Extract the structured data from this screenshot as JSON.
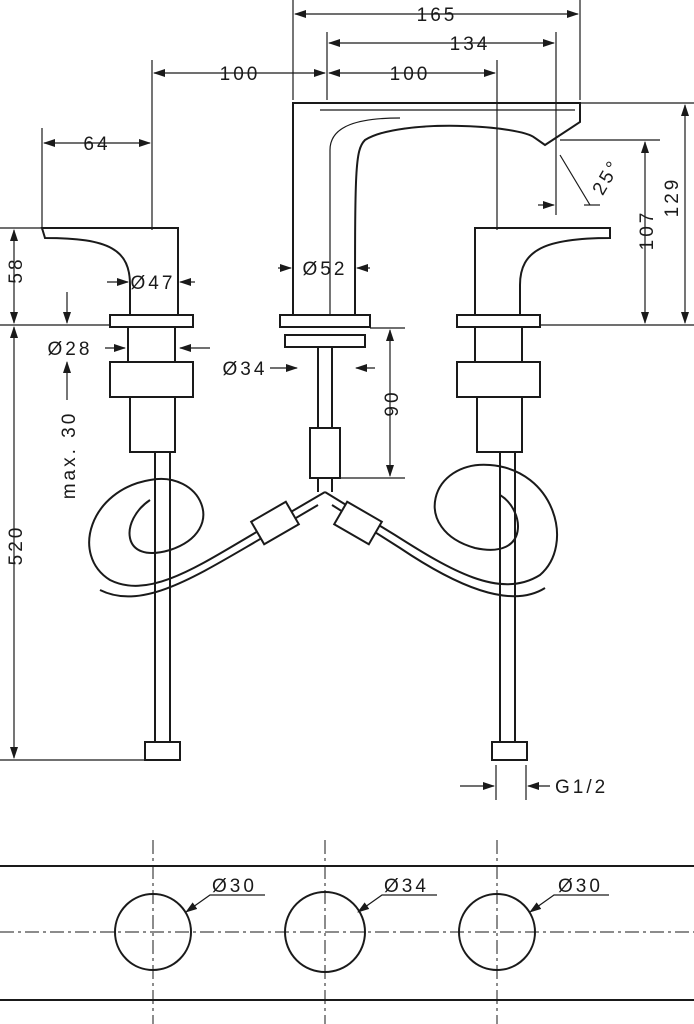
{
  "drawing": {
    "dimensions": {
      "width_overall": "165",
      "spout_reach": "134",
      "spacing_left": "100",
      "spacing_right": "100",
      "handle_length": "64",
      "handle_height": "58",
      "handle_base_diameter": "Ø47",
      "spout_base_diameter": "Ø52",
      "spout_angle": "25°",
      "outlet_height": "107",
      "total_height": "129",
      "shank_diameter": "Ø28",
      "spout_shank_diameter": "Ø34",
      "spout_shank_length": "90",
      "max_deck_thickness": "max. 30",
      "hose_length": "520",
      "connection_thread": "G1/2"
    },
    "hole_pattern": {
      "left_hole": "Ø30",
      "center_hole": "Ø34",
      "right_hole": "Ø30"
    }
  }
}
